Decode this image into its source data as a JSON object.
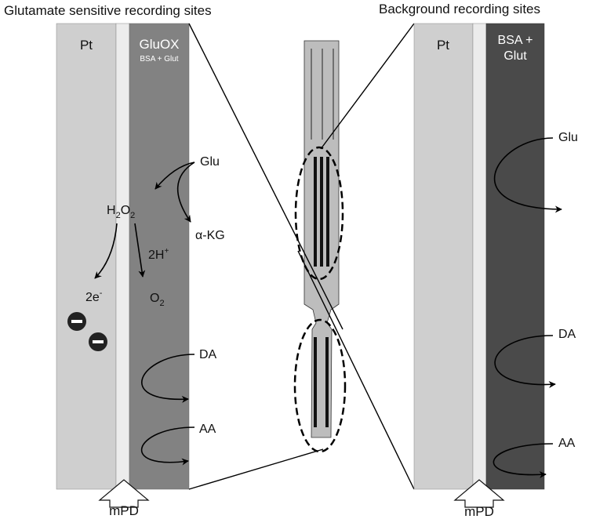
{
  "left_panel": {
    "title": "Glutamate sensitive recording sites",
    "pt_label": "Pt",
    "enzyme_label": "GluOX",
    "enzyme_sublabel": "BSA + Glut",
    "mpd_label": "mPD",
    "reaction": {
      "glu": "Glu",
      "h": "H",
      "h_sub": "2",
      "o": "O",
      "o_sub": "2",
      "akg": "α-KG",
      "two_h": "2H",
      "two_h_sup": "+",
      "o2": "O",
      "o2_sub": "2",
      "two_e": "2e",
      "two_e_sup": "-"
    },
    "da_label": "DA",
    "aa_label": "AA"
  },
  "right_panel": {
    "title": "Background recording sites",
    "pt_label": "Pt",
    "coating_line1": "BSA +",
    "coating_line2": "Glut",
    "mpd_label": "mPD",
    "glu_label": "Glu",
    "da_label": "DA",
    "aa_label": "AA"
  }
}
